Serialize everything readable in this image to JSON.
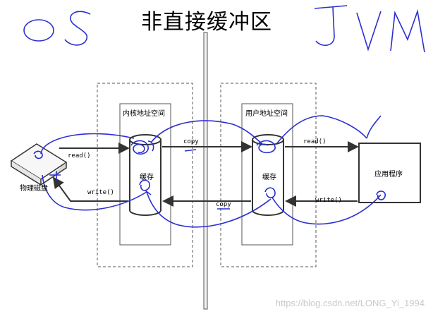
{
  "title": "非直接缓冲区",
  "labels": {
    "kernel_space": "内核地址空间",
    "user_space": "用户地址空间",
    "kernel_cache": "缓存",
    "user_cache": "缓存",
    "disk": "物理磁盘",
    "app": "应用程序",
    "read_left": "read()",
    "write_left": "write()",
    "copy_top": "copy",
    "copy_bottom": "copy",
    "read_right": "read()",
    "write_right": "write()"
  },
  "handwriting": {
    "left": "OS",
    "right": "JVM"
  },
  "watermark": "https://blog.csdn.net/LONG_Yi_1994",
  "colors": {
    "ink": "#2b2fd0",
    "line": "#333333",
    "dashed": "#555555"
  }
}
